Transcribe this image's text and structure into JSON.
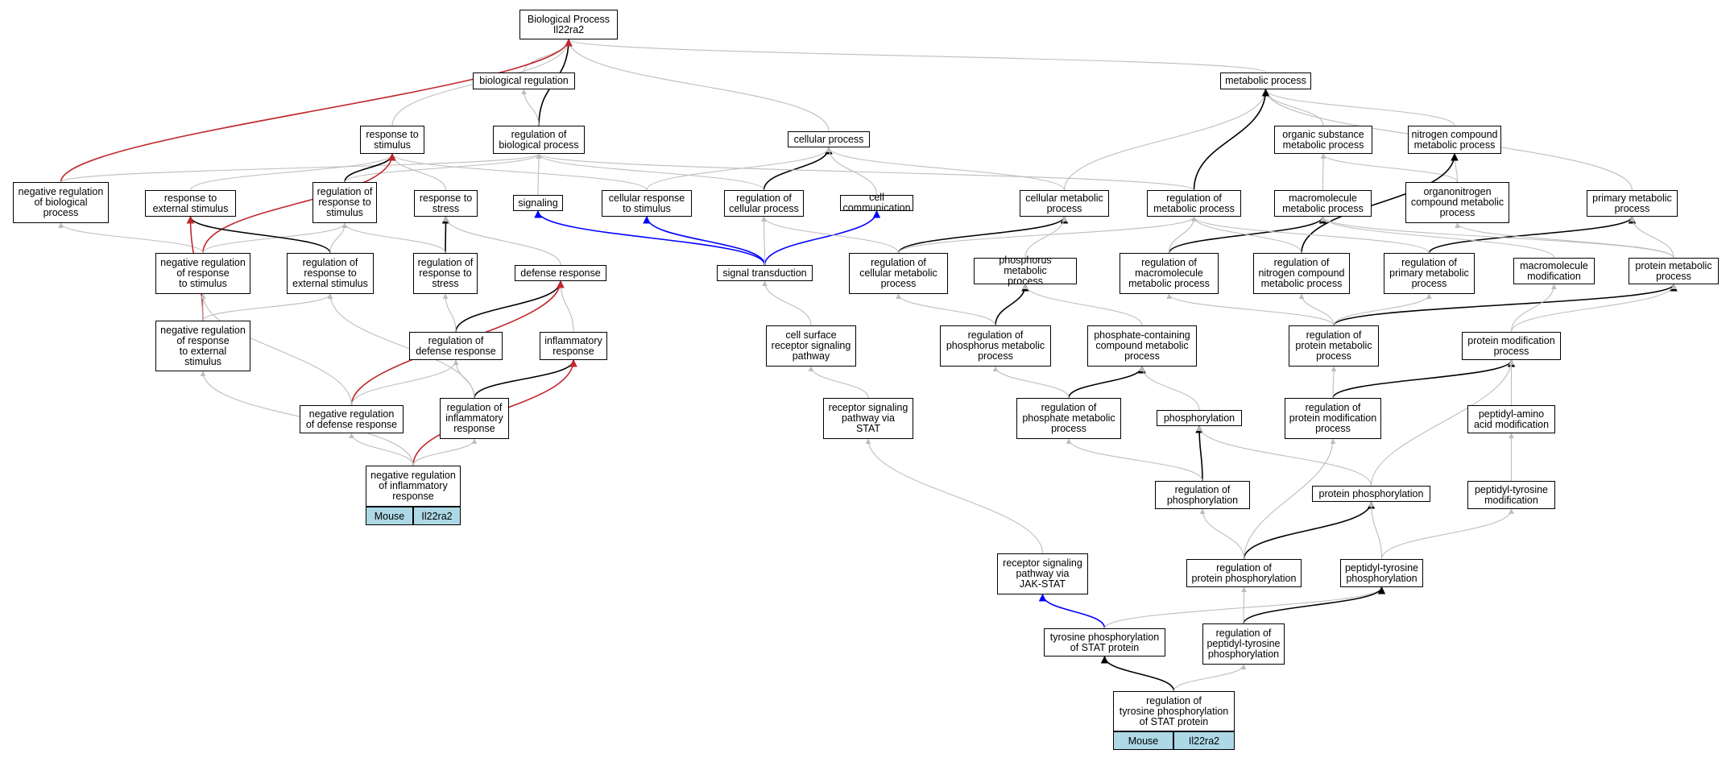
{
  "nodes": {
    "n_bp": "Biological Process\nIl22ra2",
    "n_bioreg": "biological regulation",
    "n_metab": "metabolic process",
    "n_respstim": "response to\nstimulus",
    "n_regbio": "regulation of\nbiological process",
    "n_cellproc": "cellular process",
    "n_orgsub": "organic substance\nmetabolic process",
    "n_nitro": "nitrogen compound\nmetabolic process",
    "n_negregbio": "negative regulation\nof biological\nprocess",
    "n_respext": "response to\nexternal stimulus",
    "n_regresp": "regulation of\nresponse to\nstimulus",
    "n_respstress": "response to\nstress",
    "n_signaling": "signaling",
    "n_cellresp": "cellular response\nto stimulus",
    "n_regcell": "regulation of\ncellular process",
    "n_cellcomm": "cell communication",
    "n_cellmetab": "cellular metabolic\nprocess",
    "n_regmetab": "regulation of\nmetabolic process",
    "n_macro": "macromolecule\nmetabolic process",
    "n_orgnitro": "organonitrogen\ncompound metabolic\nprocess",
    "n_primmetab": "primary metabolic\nprocess",
    "n_negresp": "negative regulation\nof response\nto stimulus",
    "n_regrespext": "regulation of\nresponse to\nexternal stimulus",
    "n_regstress": "regulation of\nresponse to\nstress",
    "n_defresp": "defense response",
    "n_sigtrans": "signal transduction",
    "n_regcellmetab": "regulation of\ncellular metabolic\nprocess",
    "n_phosmetab": "phosphorus metabolic\nprocess",
    "n_regmacro": "regulation of\nmacromolecule\nmetabolic process",
    "n_regnitro": "regulation of\nnitrogen compound\nmetabolic process",
    "n_regprim": "regulation of\nprimary metabolic\nprocess",
    "n_macromod": "macromolecule\nmodification",
    "n_protmetab": "protein metabolic\nprocess",
    "n_negrespext": "negative regulation\nof response\nto external\nstimulus",
    "n_regdef": "regulation of\ndefense response",
    "n_inflam": "inflammatory\nresponse",
    "n_cellsurf": "cell surface\nreceptor signaling\npathway",
    "n_regphosmetab": "regulation of\nphosphorus metabolic\nprocess",
    "n_phoscont": "phosphate-containing\ncompound metabolic\nprocess",
    "n_regprotmetab": "regulation of\nprotein metabolic\nprocess",
    "n_protmod": "protein modification\nprocess",
    "n_negdef": "negative regulation\nof defense response",
    "n_reginflam": "regulation of\ninflammatory\nresponse",
    "n_recstat": "receptor signaling\npathway via\nSTAT",
    "n_regphosphate": "regulation of\nphosphate metabolic\nprocess",
    "n_phosph": "phosphorylation",
    "n_regprotmod": "regulation of\nprotein modification\nprocess",
    "n_peptamino": "peptidyl-amino\nacid modification",
    "n_neginflam": "negative regulation\nof inflammatory\nresponse",
    "n_regphosph": "regulation of\nphosphorylation",
    "n_protphos": "protein phosphorylation",
    "n_pepttyrmod": "peptidyl-tyrosine\nmodification",
    "n_jakstat": "receptor signaling\npathway via\nJAK-STAT",
    "n_regprotphos": "regulation of\nprotein phosphorylation",
    "n_pepttyrphos": "peptidyl-tyrosine\nphosphorylation",
    "n_tyrstat": "tyrosine phosphorylation\nof STAT protein",
    "n_regpepttyr": "regulation of\npeptidyl-tyrosine\nphosphorylation",
    "n_regtyrstat": "regulation of\ntyrosine phosphorylation\nof STAT protein"
  },
  "annotations": [
    {
      "node": "n_neginflam",
      "species": "Mouse",
      "gene": "Il22ra2"
    },
    {
      "node": "n_regtyrstat",
      "species": "Mouse",
      "gene": "Il22ra2"
    }
  ],
  "edge_colors": {
    "is_a": "#bdbdbd",
    "part_of": "#000000",
    "regulates": "#0000ff",
    "negatively_regulates": "#c0282b"
  }
}
